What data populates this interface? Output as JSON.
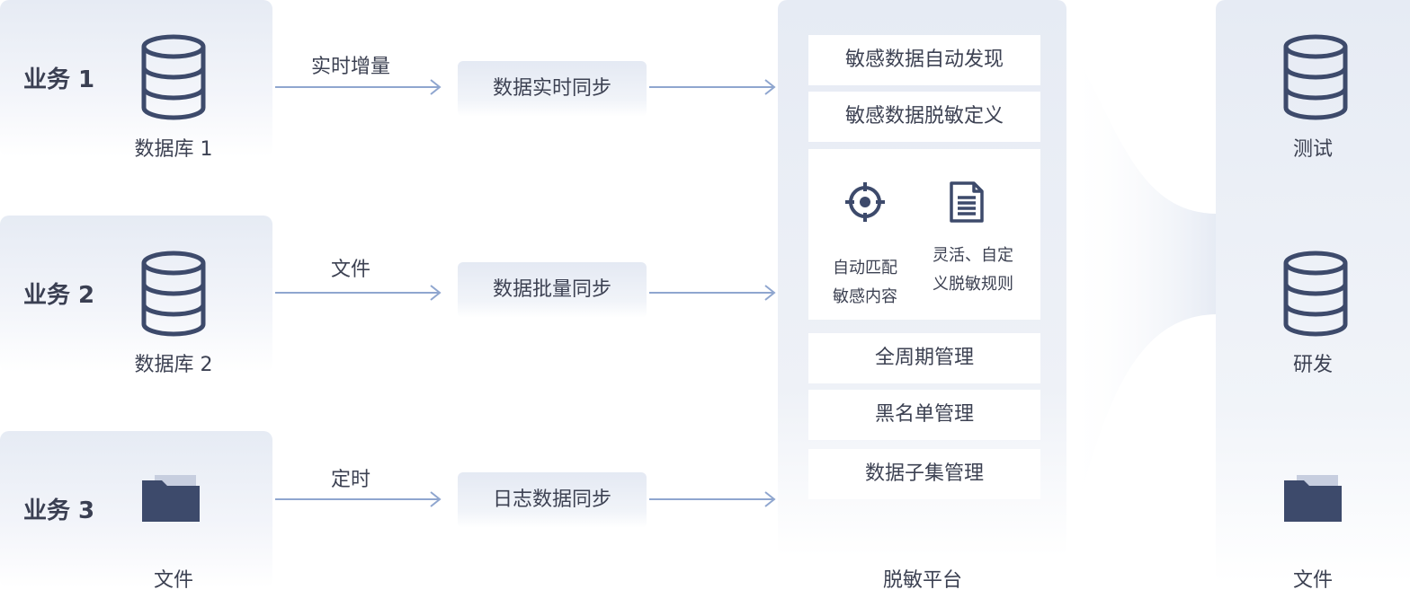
{
  "sources": [
    {
      "label": "业务 1",
      "caption": "数据库 1",
      "icon": "database-icon"
    },
    {
      "label": "业务 2",
      "caption": "数据库 2",
      "icon": "database-icon"
    },
    {
      "label": "业务 3",
      "caption": "文件",
      "icon": "folder-icon"
    }
  ],
  "flows": [
    {
      "label": "实时增量",
      "sync": "数据实时同步"
    },
    {
      "label": "文件",
      "sync": "数据批量同步"
    },
    {
      "label": "定时",
      "sync": "日志数据同步"
    }
  ],
  "platform": {
    "caption": "脱敏平台",
    "features_top": [
      "敏感数据自动发现",
      "敏感数据脱敏定义"
    ],
    "capabilities": [
      {
        "icon": "target-icon",
        "line1": "自动匹配",
        "line2": "敏感内容"
      },
      {
        "icon": "document-icon",
        "line1": "灵活、自定",
        "line2": "义脱敏规则"
      }
    ],
    "features_bottom": [
      "全周期管理",
      "黑名单管理",
      "数据子集管理"
    ]
  },
  "targets": [
    {
      "caption": "测试",
      "icon": "database-icon"
    },
    {
      "caption": "研发",
      "icon": "database-icon"
    },
    {
      "caption": "文件",
      "icon": "folder-icon"
    }
  ],
  "colors": {
    "accent": "#3d4a6b",
    "arrow": "#8fa6cf",
    "panel": "#e6ebf4"
  }
}
